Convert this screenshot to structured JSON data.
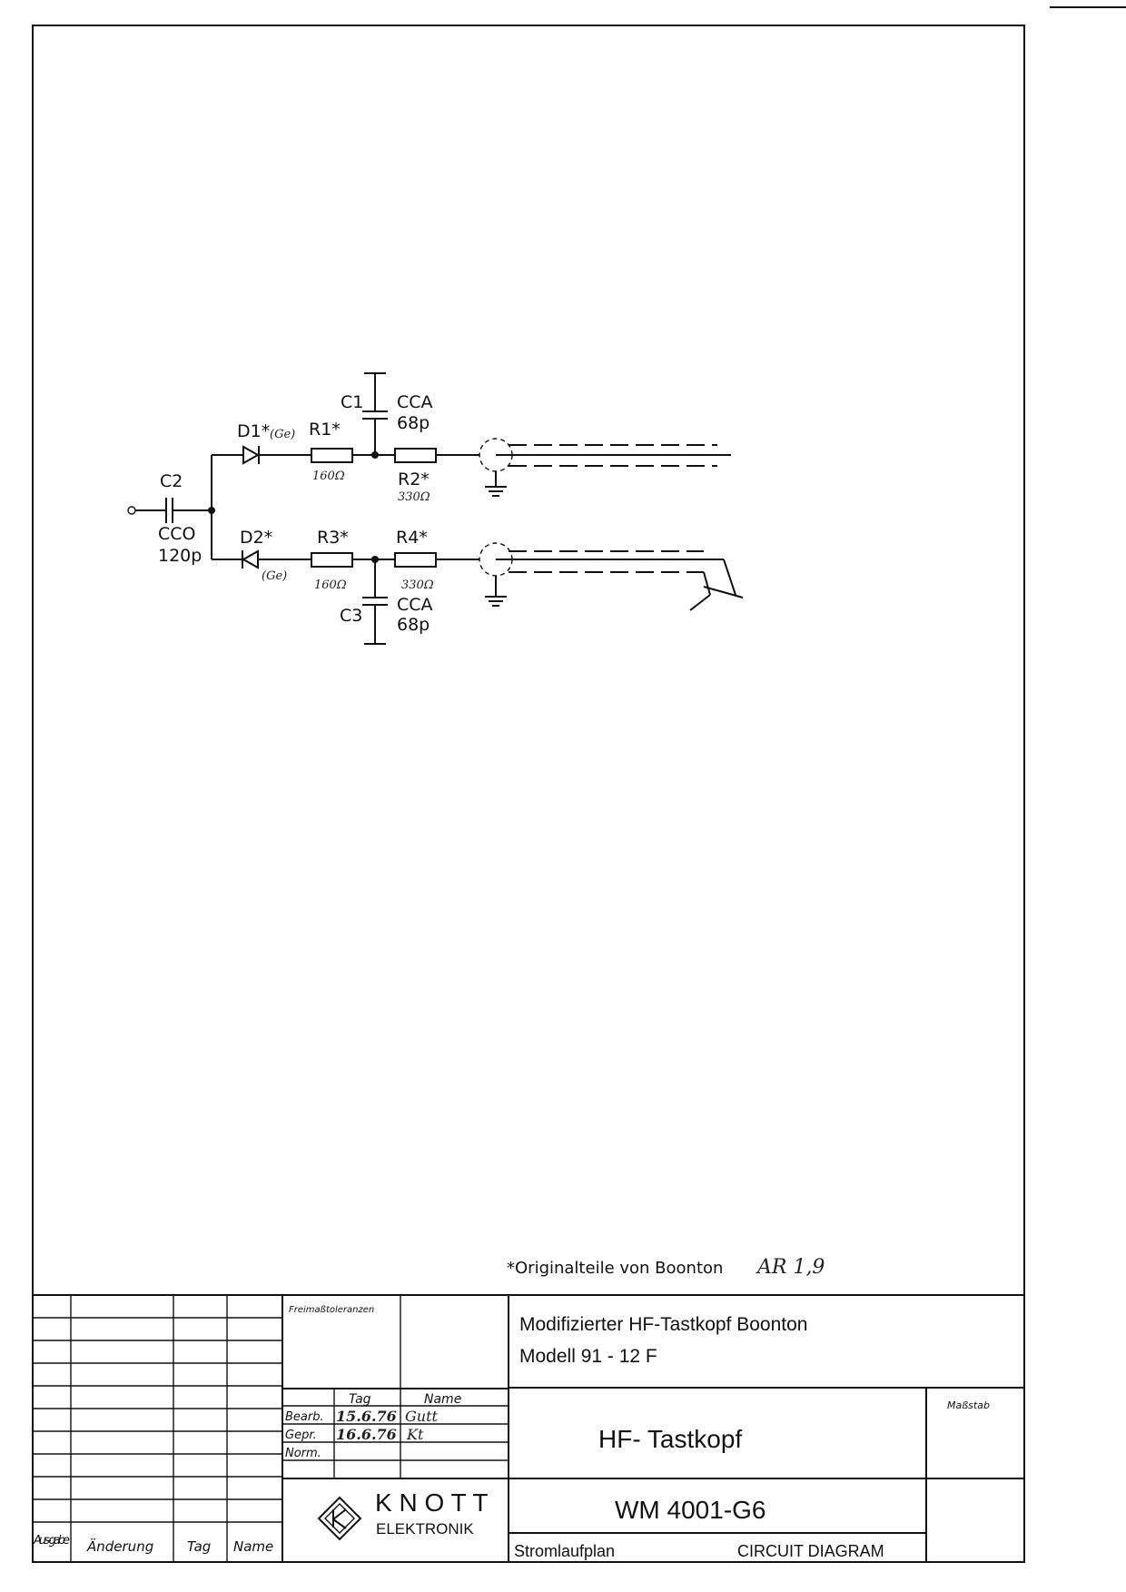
{
  "schematic": {
    "c2": {
      "ref": "C2",
      "type": "CCO",
      "value": "120p"
    },
    "c1": {
      "ref": "C1",
      "type": "CCA",
      "value": "68p"
    },
    "c3": {
      "ref": "C3",
      "type": "CCA",
      "value": "68p"
    },
    "d1": {
      "ref": "D1*",
      "note": "(Ge)"
    },
    "d2": {
      "ref": "D2*",
      "note": "(Ge)"
    },
    "r1": {
      "ref": "R1*",
      "value": "160Ω"
    },
    "r2": {
      "ref": "R2*",
      "value": "330Ω"
    },
    "r3": {
      "ref": "R3*",
      "value": "160Ω"
    },
    "r4": {
      "ref": "R4*",
      "value": "330Ω"
    }
  },
  "footnote": {
    "text": "*Originalteile von Boonton",
    "handwritten": "AR 1,9"
  },
  "title_block": {
    "revision_headers": {
      "ausgabe": "Aus-gabe",
      "aenderung": "Änderung",
      "tag": "Tag",
      "name": "Name"
    },
    "tolerances_label": "Freimaßtoleranzen",
    "approval_headers": {
      "tag": "Tag",
      "name": "Name"
    },
    "approvals": [
      {
        "role": "Bearb.",
        "date": "15.6.76",
        "name": "Gutt"
      },
      {
        "role": "Gepr.",
        "date": "16.6.76",
        "name": "Kt"
      },
      {
        "role": "Norm.",
        "date": "",
        "name": ""
      }
    ],
    "description_line1": "Modifizierter  HF-Tastkopf  Boonton",
    "description_line2": "Modell  91 - 12 F",
    "title": "HF- Tastkopf",
    "scale_label": "Maßstab",
    "company_line1": "K N O T T",
    "company_line2": "ELEKTRONIK",
    "drawing_number": "WM 4001-G6",
    "drawing_type_de": "Stromlaufplan",
    "drawing_type_en": "CIRCUIT DIAGRAM"
  }
}
